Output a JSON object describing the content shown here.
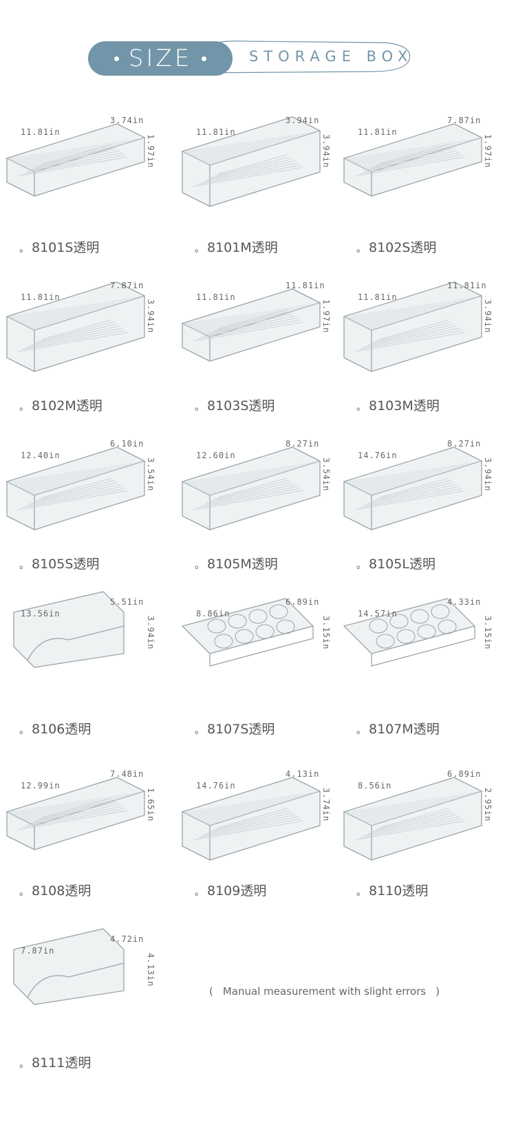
{
  "header": {
    "size_label": "SIZE",
    "subtitle": "STORAGE BOX",
    "accent_color": "#7395a9"
  },
  "items": [
    {
      "caption": "8101S透明",
      "length": "11.81in",
      "width": "3.74in",
      "height": "1.97in"
    },
    {
      "caption": "8101M透明",
      "length": "11.81in",
      "width": "3.94in",
      "height": "3.94in"
    },
    {
      "caption": "8102S透明",
      "length": "11.81in",
      "width": "7.87in",
      "height": "1.97in"
    },
    {
      "caption": "8102M透明",
      "length": "11.81in",
      "width": "7.87in",
      "height": "3.94in"
    },
    {
      "caption": "8103S透明",
      "length": "11.81in",
      "width": "11.81in",
      "height": "1.97in"
    },
    {
      "caption": "8103M透明",
      "length": "11.81in",
      "width": "11.81in",
      "height": "3.94in"
    },
    {
      "caption": "8105S透明",
      "length": "12.40in",
      "width": "6.10in",
      "height": "3.54in"
    },
    {
      "caption": "8105M透明",
      "length": "12.60in",
      "width": "8.27in",
      "height": "3.54in"
    },
    {
      "caption": "8105L透明",
      "length": "14.76in",
      "width": "8.27in",
      "height": "3.94in"
    },
    {
      "caption": "8106透明",
      "length": "13.56in",
      "width": "5.51in",
      "height": "3.94in"
    },
    {
      "caption": "8107S透明",
      "length": "8.86in",
      "width": "6.89in",
      "height": "3.15in"
    },
    {
      "caption": "8107M透明",
      "length": "14.57in",
      "width": "4.33in",
      "height": "3.15in"
    },
    {
      "caption": "8108透明",
      "length": "12.99in",
      "width": "7.48in",
      "height": "1.65in"
    },
    {
      "caption": "8109透明",
      "length": "14.76in",
      "width": "4.13in",
      "height": "3.74in"
    },
    {
      "caption": "8110透明",
      "length": "8.56in",
      "width": "6.89in",
      "height": "2.95in"
    },
    {
      "caption": "8111透明",
      "length": "7.87in",
      "width": "4.72in",
      "height": "4.13in"
    }
  ],
  "note": {
    "open": "(",
    "text": "Manual measurement with slight errors",
    "close": ")"
  }
}
